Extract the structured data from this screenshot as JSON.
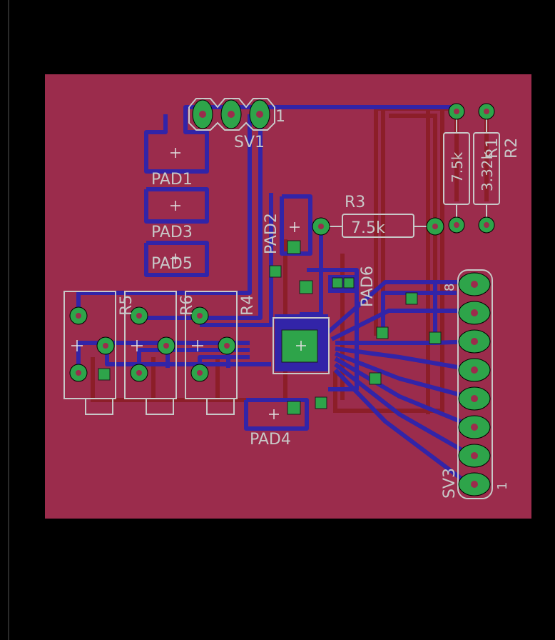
{
  "colors": {
    "background": "#000000",
    "board": "#9b2c4c",
    "top_copper": "#3224a8",
    "bottom_copper": "#8c1e28",
    "pad": "#2ea44a",
    "silkscreen": "#c8c8c8",
    "drill": "#9b2c4c"
  },
  "labels": {
    "sv1": "SV1",
    "sv1_pin": "1",
    "pad1": "PAD1",
    "pad2": "PAD2",
    "pad3": "PAD3",
    "pad4": "PAD4",
    "pad5": "PAD5",
    "pad6": "PAD6",
    "r1": "R1",
    "r1_value": "7.5k",
    "r2": "R2",
    "r2_value": "3.32k",
    "r3": "R3",
    "r3_value": "7.5k",
    "r4": "R4",
    "r5": "R5",
    "r6": "R6",
    "sv3": "SV3",
    "sv3_pin1": "1",
    "sv3_pin8": "8"
  }
}
